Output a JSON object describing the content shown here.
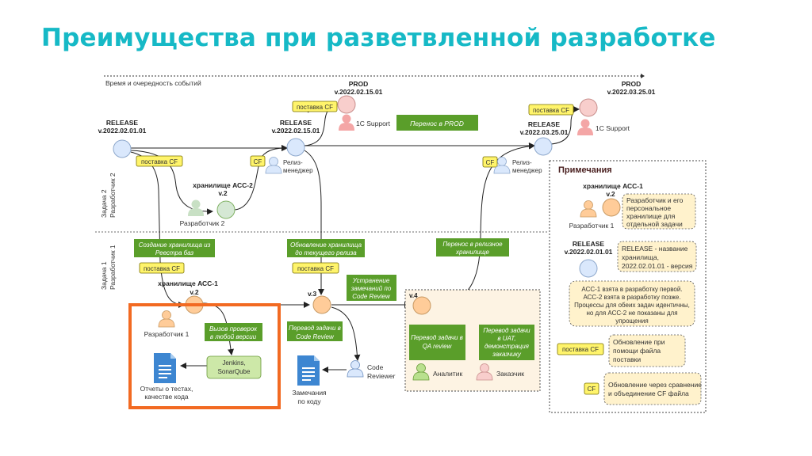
{
  "title": "Преимущества при разветвленной разработке",
  "timeline": {
    "label": "Время и очередность событий"
  },
  "lanes": {
    "lane2": {
      "line1": "Задача 2",
      "line2": "Разработчик 2"
    },
    "lane1": {
      "line1": "Задача 1",
      "line2": "Разработчик 1"
    }
  },
  "releases": [
    {
      "name": "RELEASE",
      "version": "v.2022.02.01.01"
    },
    {
      "name": "RELEASE",
      "version": "v.2022.02.15.01"
    },
    {
      "name": "RELEASE",
      "version": "v.2022.03.25.01"
    }
  ],
  "prods": [
    {
      "name": "PROD",
      "version": "v.2022.02.15.01",
      "actor": "1C Support"
    },
    {
      "name": "PROD",
      "version": "v.2022.03.25.01",
      "actor": "1C Support"
    }
  ],
  "tags": {
    "cf_delivery": "поставка CF",
    "cf": "CF"
  },
  "actors": {
    "release_manager": "Релиз-\nменеджер",
    "rm_line1": "Релиз-",
    "rm_line2": "менеджер",
    "dev2": "Разработчик 2",
    "dev1": "Разработчик 1",
    "code_reviewer_line1": "Code",
    "code_reviewer_line2": "Reviewer",
    "analyst": "Аналитик",
    "customer": "Заказчик"
  },
  "storages": {
    "acc2_name": "хранилище АСС-2",
    "acc2_version": "v.2",
    "acc1_name": "хранилище АСС-1",
    "acc1_version": "v.2",
    "v3": "v.3",
    "v4": "v.4"
  },
  "green_labels": {
    "to_prod": "Перенос в PROD",
    "create_line1": "Создание хранилища из",
    "create_line2": "Реестра баз",
    "update_line1": "Обновление  хранилища",
    "update_line2": "до текущего релиза",
    "fix_line1": "Устранение",
    "fix_line2": "замечаний по",
    "fix_line3": "Code Review",
    "transfer_line1": "Перенос в релизное",
    "transfer_line2": "хранилище",
    "checks_line1": "Вызов проверок",
    "checks_line2": "в любой версии",
    "cr_line1": "Перевод задачи в",
    "cr_line2": "Code Review",
    "qa_line1": "Перевод задачи в",
    "qa_line2": "QA review",
    "uat_line1": "Перевод задачи",
    "uat_line2": "в UAT,",
    "uat_line3": "демонстрация",
    "uat_line4": "заказчику"
  },
  "tools": {
    "line1": "Jenkins,",
    "line2": "SonarQube"
  },
  "documents": {
    "reports_line1": "Отчеты о тестах,",
    "reports_line2": "качестве кода",
    "remarks_line1": "Замечания",
    "remarks_line2": "по коду"
  },
  "notes": {
    "title": "Примечания",
    "storage_name": "хранилище АСС-1",
    "storage_version": "v.2",
    "dev_label": "Разработчик 1",
    "note1": [
      "Разработчик и его",
      "персональное",
      "хранилище для",
      "отдельной задачи"
    ],
    "release_name": "RELEASE",
    "release_version": "v.2022.02.01.01",
    "note2": [
      "RELEASE - название",
      "хранилища,",
      "2022.02.01.01 - версия"
    ],
    "note3": [
      "АСС-1 взята в разработку первой.",
      "АСС-2 взята в разработку позже.",
      "Процессы для обеих задач идентичны,",
      "но для АСС-2 не показаны для",
      "упрощения"
    ],
    "cf_delivery_tag": "поставка CF",
    "note4": [
      "Обновление при",
      "помощи файла",
      "поставки"
    ],
    "cf_tag": "CF",
    "note5": [
      "Обновление через сравнение",
      "и объединение CF файла"
    ]
  },
  "colors": {
    "title": "#16b9c6",
    "green": "#5a9e2a",
    "yellow": "#fff46b",
    "release_blue": "#dae8fc",
    "prod_pink": "#f8cecc",
    "storage_orange": "#ffcc99",
    "highlight": "#f26a22",
    "note_bg": "#fff2cc",
    "doc_blue": "#3d86d1"
  }
}
